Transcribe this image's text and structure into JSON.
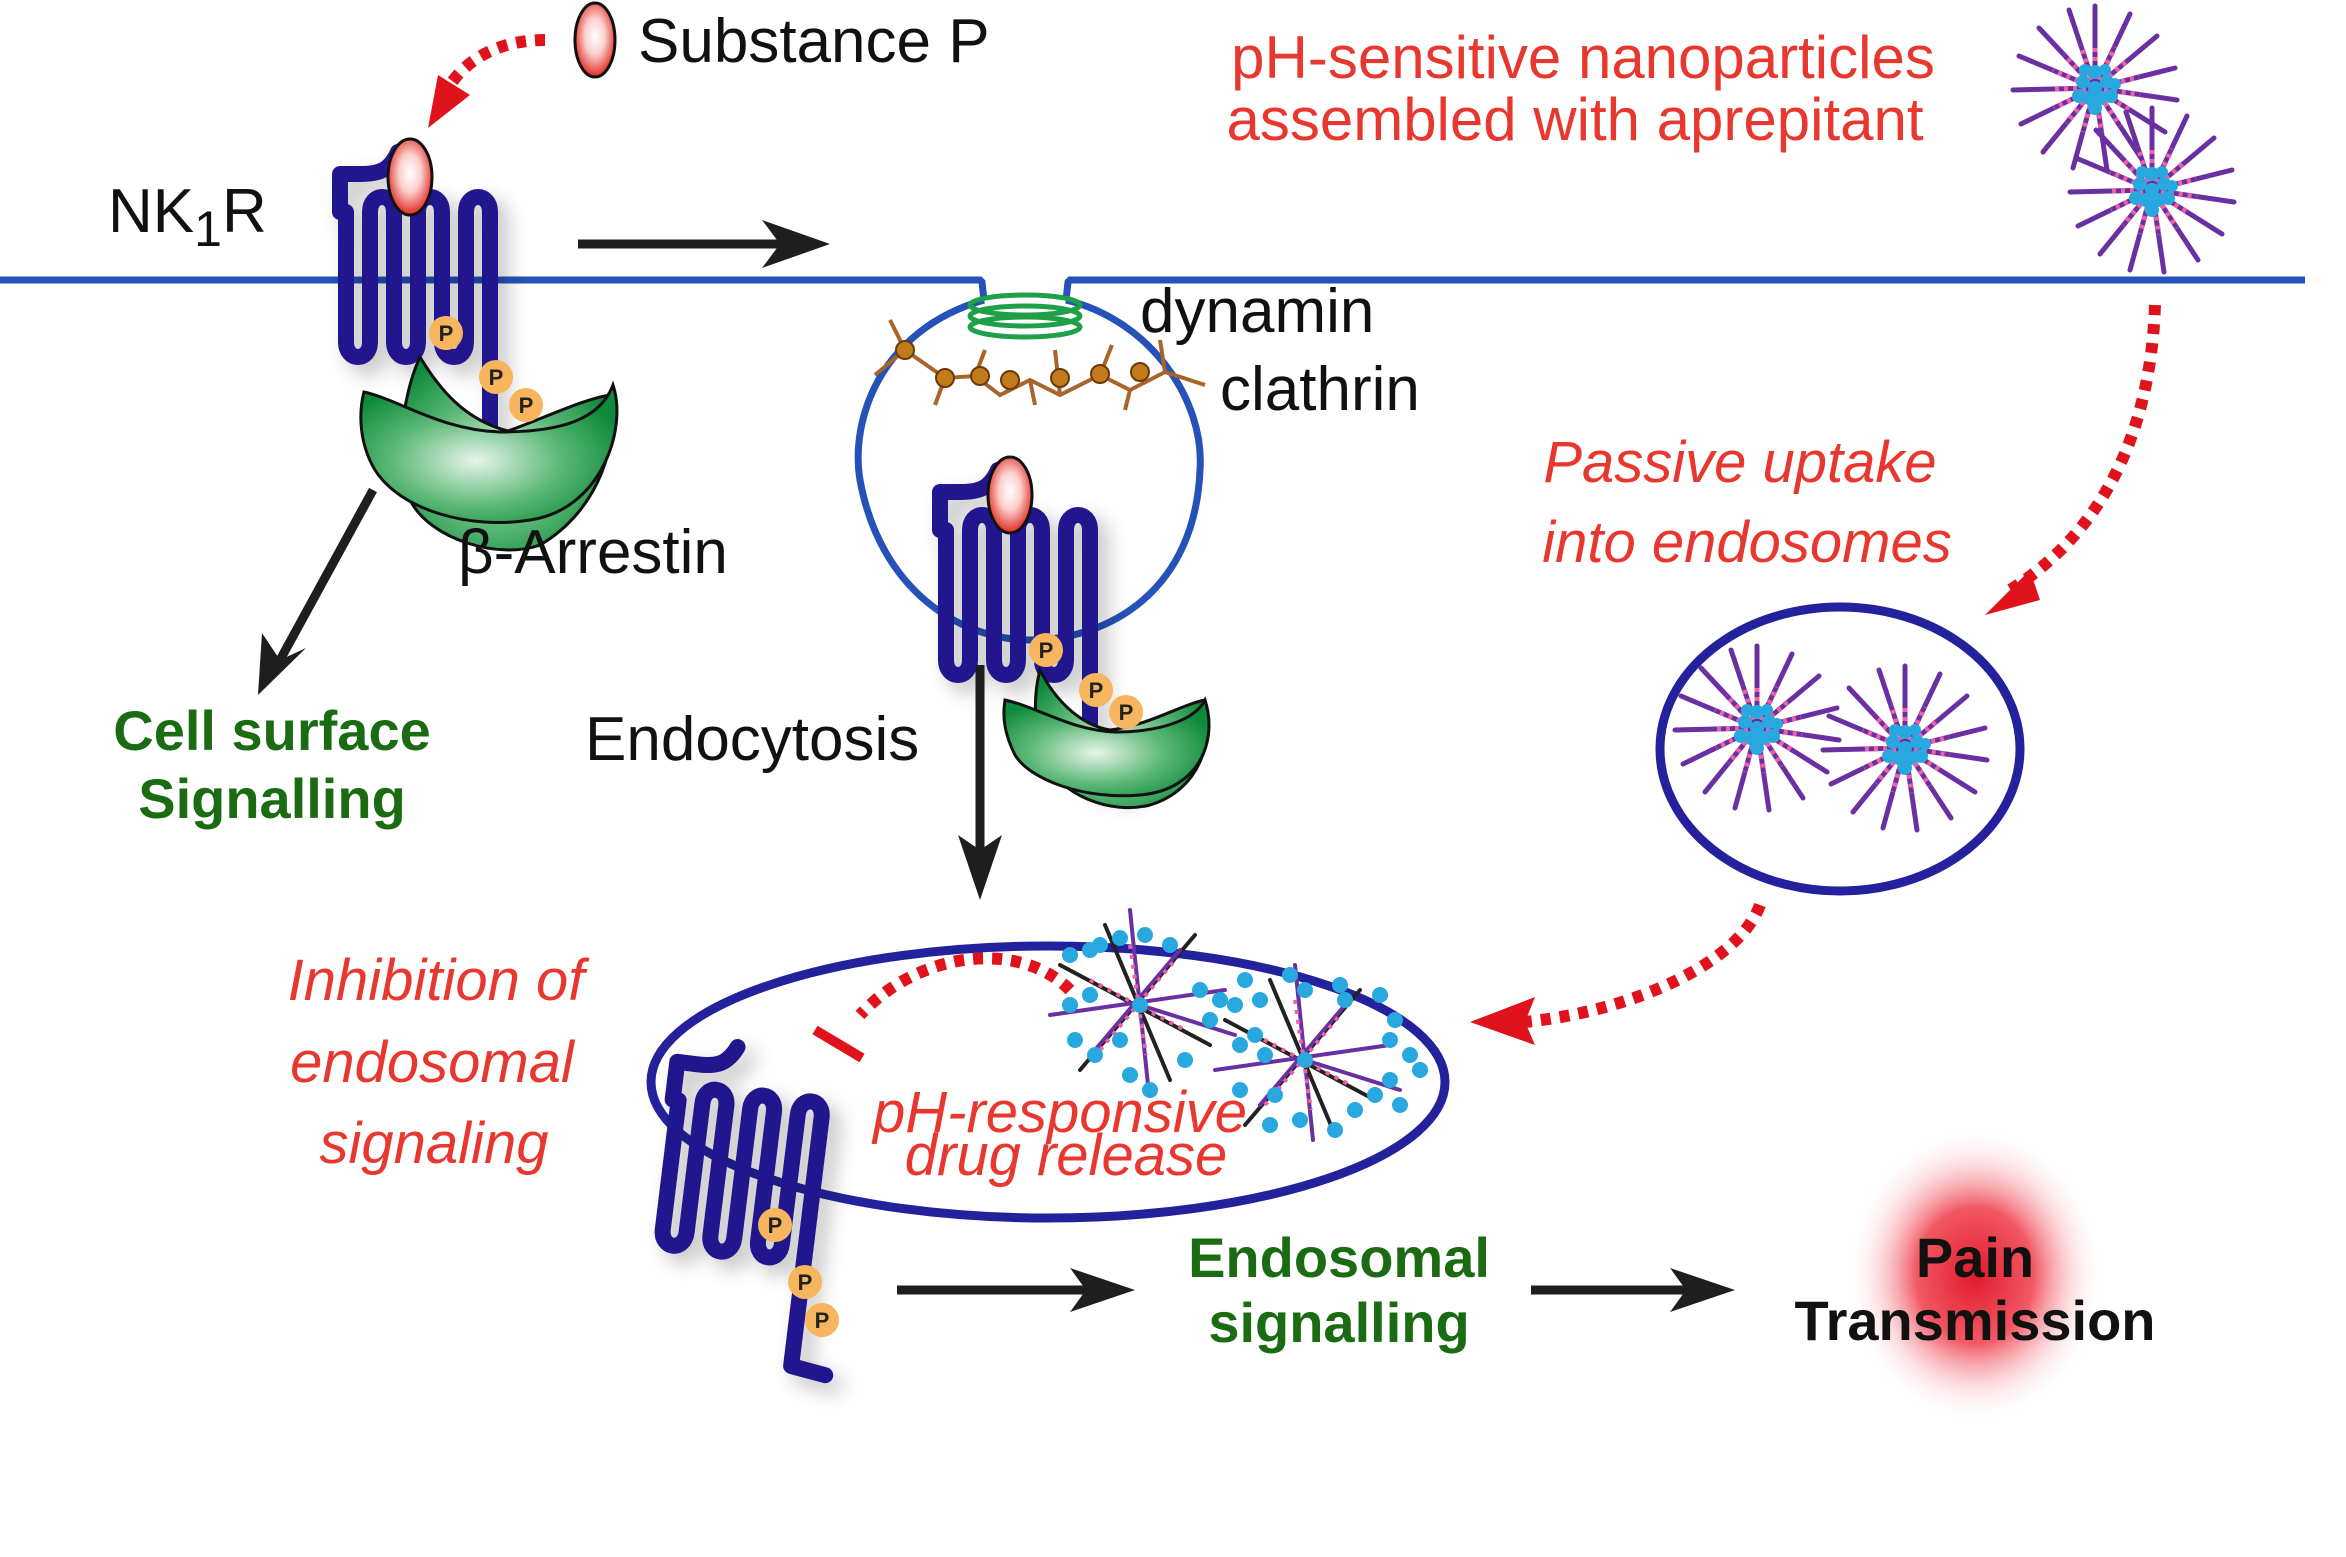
{
  "figure": {
    "type": "biological pathway diagram",
    "colors": {
      "membrane": "#2452b8",
      "receptor": "#22148f",
      "endosome_outline": "#23229c",
      "substance_p": "#e02a22",
      "arrestin": "#0e8a3a",
      "clathrin": "#a8642a",
      "dynamin": "#1fa048",
      "drug_particle": "#29a8e0",
      "phospho": "#f7b55e",
      "red_label": "#e8372e",
      "green_label": "#1a6b12",
      "pain_glow": "#e0192a"
    }
  },
  "labels": {
    "ligand": "Substance P",
    "receptor_name": "NK",
    "receptor_sub": "1",
    "receptor_suffix": "R",
    "dynamin": "dynamin",
    "clathrin": "clathrin",
    "arrestin": "β-Arrestin",
    "cell_surface_line1": "Cell surface",
    "cell_surface_line2": "Signalling",
    "endocytosis": "Endocytosis",
    "nanoparticles_line1": "pH-sensitive nanoparticles",
    "nanoparticles_line2": "assembled with aprepitant",
    "passive_line1": "Passive uptake",
    "passive_line2": "into endosomes",
    "inhibition_line1": "Inhibition of",
    "inhibition_line2": "endosomal",
    "inhibition_line3": "signaling",
    "release_line1": "pH-responsive",
    "release_line2": "drug release",
    "endosomal_line1": "Endosomal",
    "endosomal_line2": "signalling",
    "pain_line1": "Pain",
    "pain_line2": "Transmission",
    "phospho": "P"
  }
}
